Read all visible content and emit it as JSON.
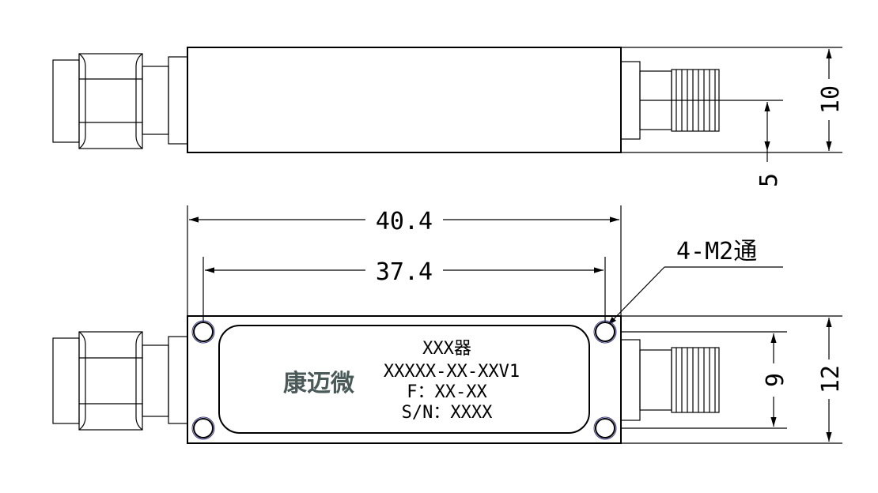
{
  "top_view": {
    "height_dim": "10",
    "port_dim": "5"
  },
  "bottom_view": {
    "overall_length_dim": "40.4",
    "hole_spacing_dim": "37.4",
    "hole_callout": "4-M2通",
    "height_dim": "12",
    "hole_vertical_dim": "9",
    "label": {
      "line1": "XXX器",
      "line2": "XXXXX-XX-XXV1",
      "line3": "F：XX-XX",
      "line4": "S/N：XXXX"
    },
    "logo_text": "康迈微"
  },
  "colors": {
    "lines": "#000000",
    "logo": "#4a5a58",
    "hole_outline": "#3a3a8a"
  }
}
